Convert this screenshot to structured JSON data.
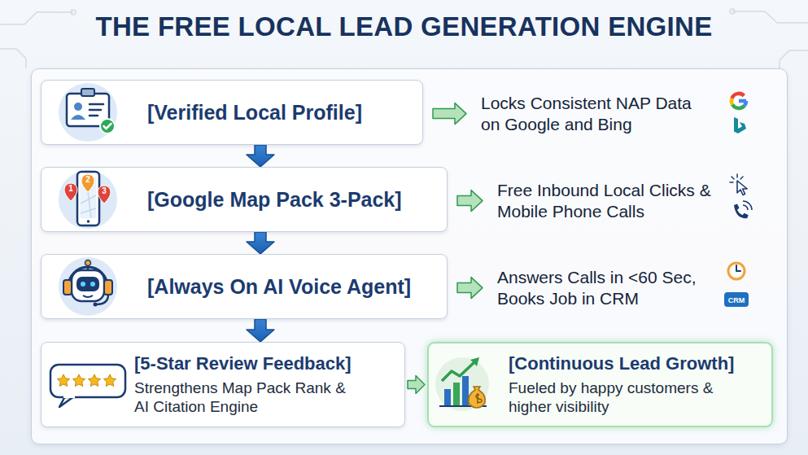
{
  "diagram": {
    "title": "THE FREE LOCAL LEAD GENERATION ENGINE",
    "nodes": [
      {
        "text": [
          "[Verified Local Profile]"
        ]
      },
      {
        "text": [
          "Locks Consistent NAP Data on Google and Bing"
        ]
      },
      {
        "text": [
          "[Google Map Pack 3-Pack]"
        ]
      },
      {
        "text": [
          "Free Inbound Local Clicks & Mobile Phone Calls"
        ]
      },
      {
        "text": [
          "[Always On AI Voice Agent]"
        ]
      },
      {
        "text": [
          "Answers Calls in <60 Sec, Books Job in CRM"
        ]
      },
      {
        "text": [
          "[5-Star Review Feedback]",
          "Strengthens Map Pack Rank & AI Citation Engine"
        ]
      },
      {
        "text": [
          "[Continuous Lead Growth]",
          "Fueled by happy customers & higher visibility"
        ]
      }
    ],
    "edges": [
      {
        "from": 0,
        "to": 1,
        "arrow": "to"
      },
      {
        "from": 0,
        "to": 2,
        "arrow": "to"
      },
      {
        "from": 2,
        "to": 3,
        "arrow": "to"
      },
      {
        "from": 2,
        "to": 4,
        "arrow": "to"
      },
      {
        "from": 4,
        "to": 5,
        "arrow": "to"
      },
      {
        "from": 4,
        "to": 6,
        "arrow": "to"
      },
      {
        "from": 6,
        "to": 7,
        "arrow": "to"
      }
    ],
    "labels": [
      "1",
      "2",
      "3",
      "CRM"
    ]
  }
}
